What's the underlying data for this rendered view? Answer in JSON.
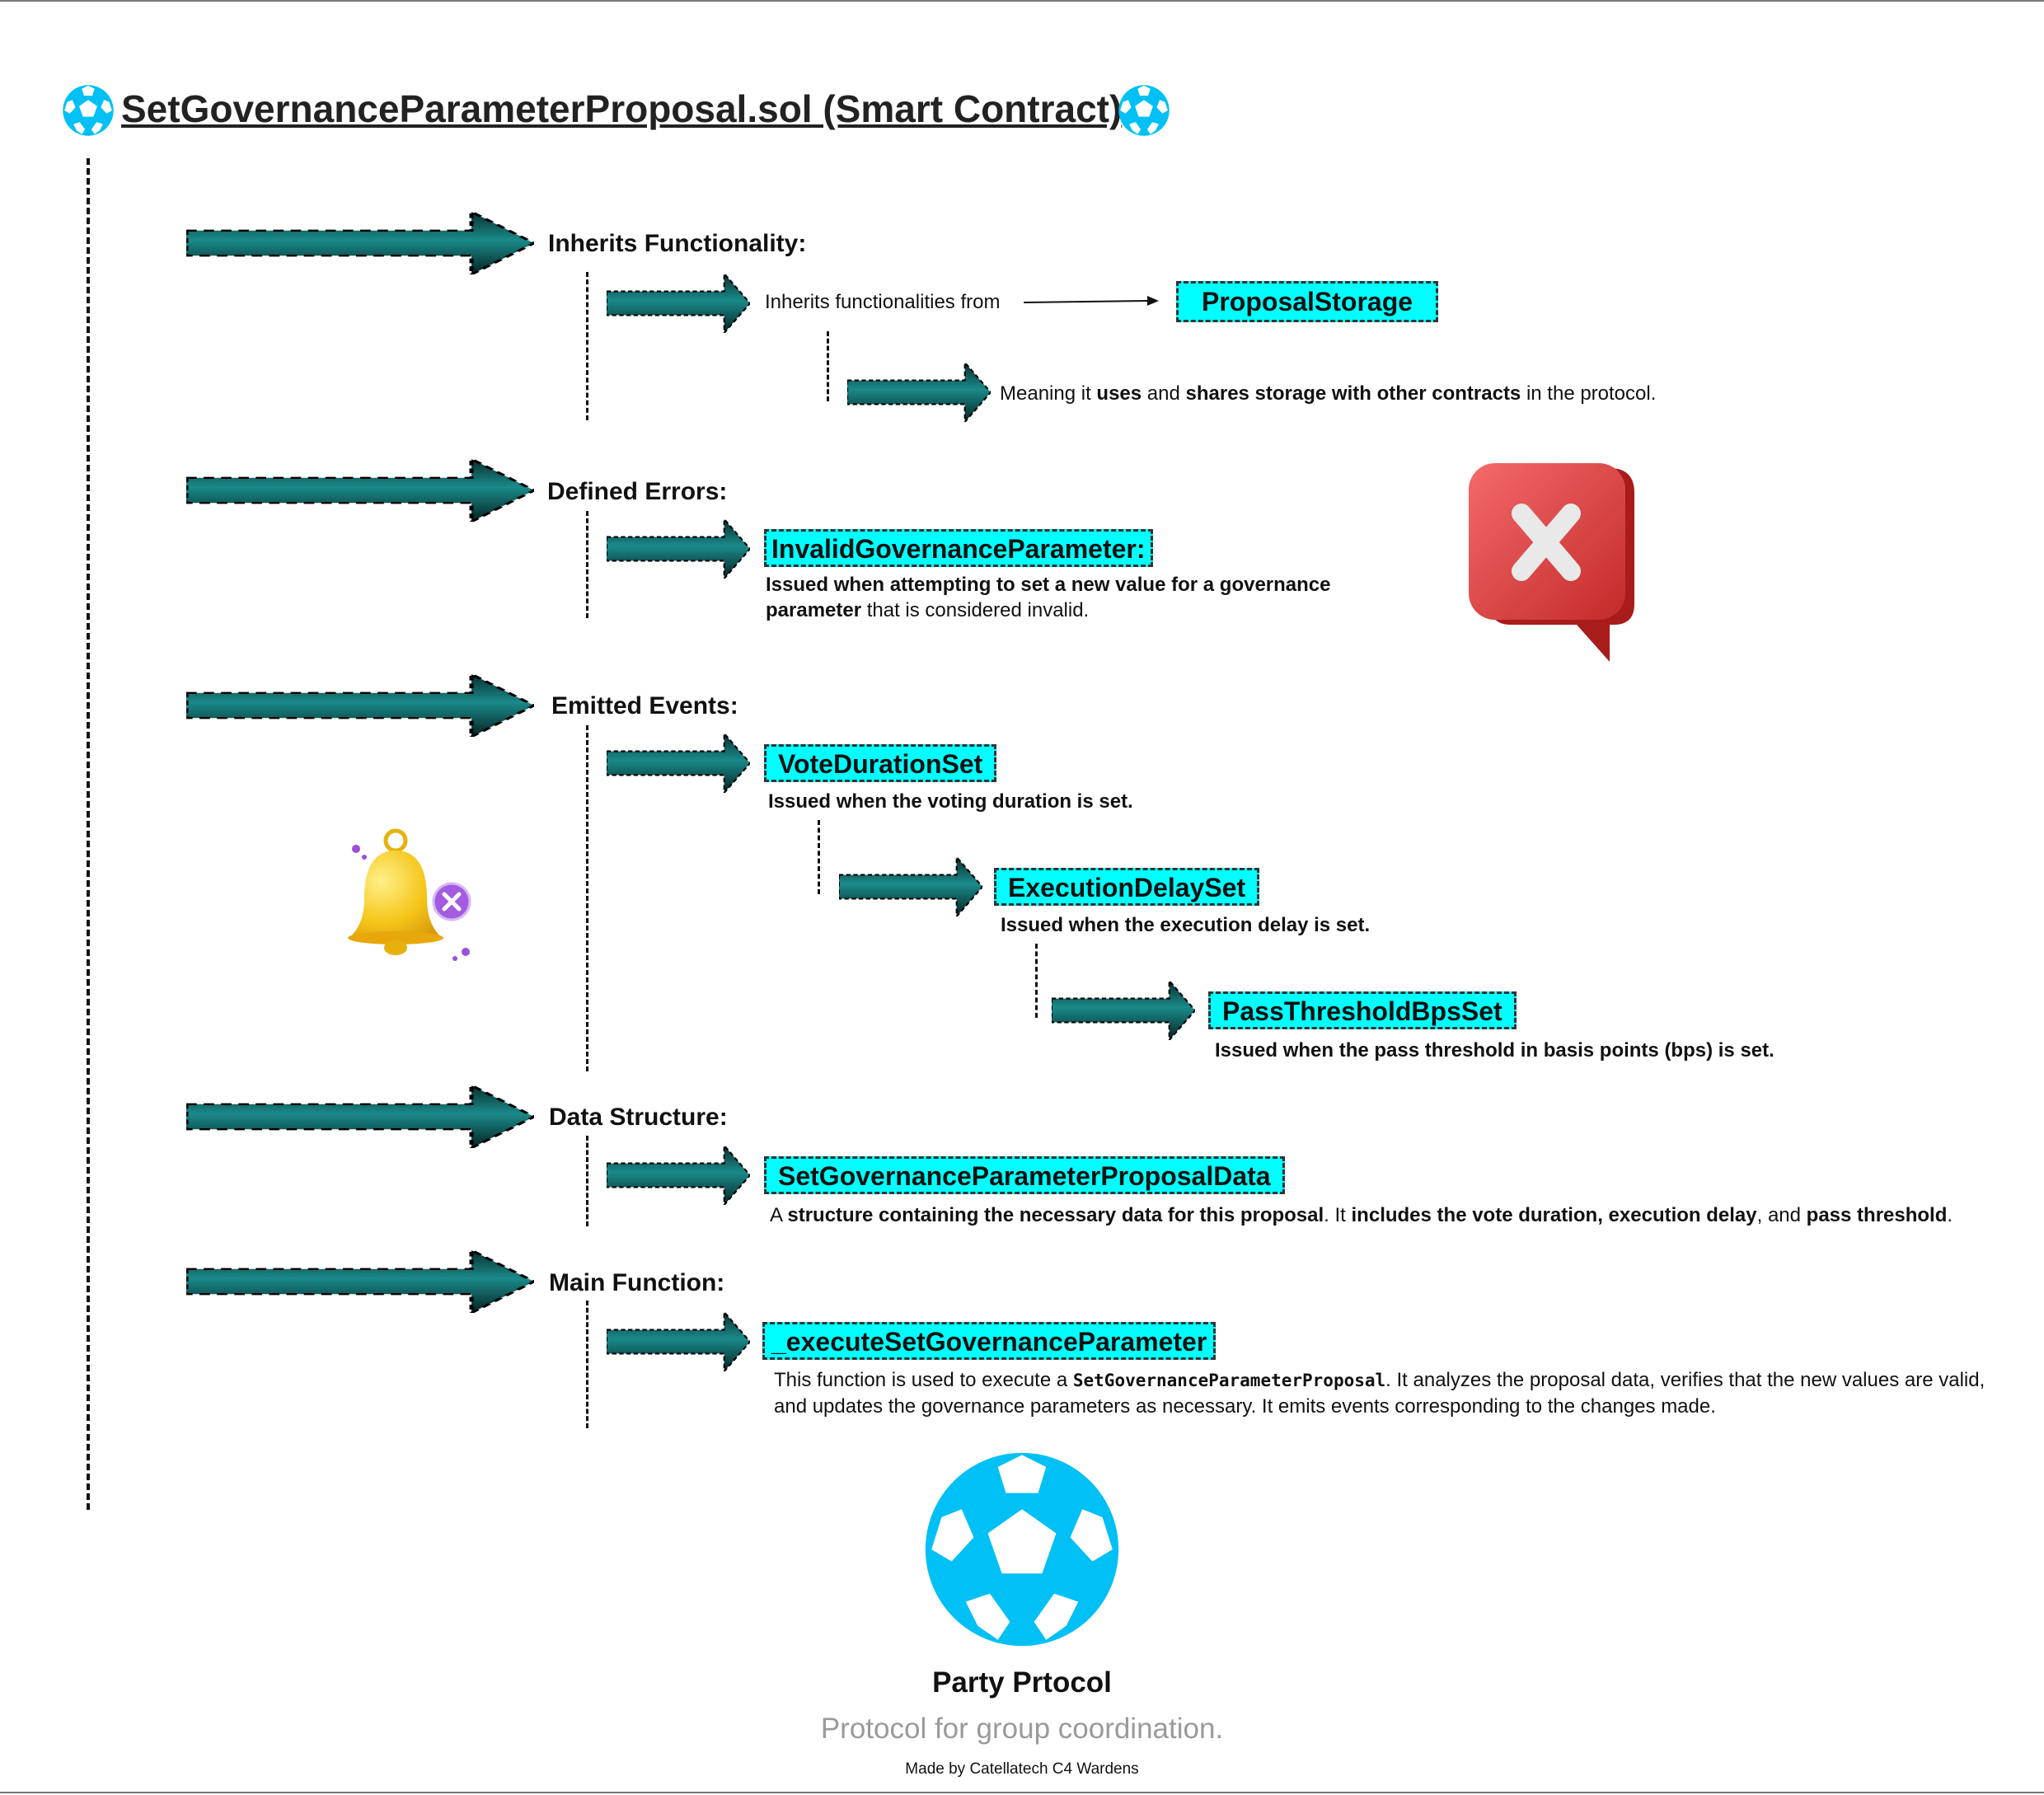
{
  "title": "SetGovernanceParameterProposal.sol (Smart Contract)",
  "colors": {
    "tag_fill": "#00ffff",
    "arrow": "#0d5e5e",
    "logo": "#00c0f5"
  },
  "icons": [
    "soccer-ball-icon",
    "error-x-bubble-icon",
    "bell-icon"
  ],
  "sections": {
    "inherits": {
      "heading": "Inherits Functionality:",
      "text": "Inherits functionalities from",
      "target": "ProposalStorage",
      "note_pre": "Meaning it ",
      "note_b1": "uses",
      "note_mid": " and ",
      "note_b2": "shares storage with other contracts",
      "note_post": " in the protocol."
    },
    "errors": {
      "heading": "Defined Errors:",
      "name": "InvalidGovernanceParameter:",
      "desc_b": "Issued when attempting to set a new value for a governance parameter",
      "desc_post": " that is considered invalid."
    },
    "events": {
      "heading": "Emitted Events:",
      "items": [
        {
          "name": "VoteDurationSet",
          "desc": "Issued when the voting duration is set."
        },
        {
          "name": "ExecutionDelaySet",
          "desc": "Issued when the execution delay is set."
        },
        {
          "name": "PassThresholdBpsSet",
          "desc": "Issued when the pass threshold in basis points (bps) is set."
        }
      ]
    },
    "data_structure": {
      "heading": "Data Structure:",
      "name": "SetGovernanceParameterProposalData",
      "d1": "A ",
      "d2": "structure containing the necessary data for this proposal",
      "d3": ". It ",
      "d4": "includes the vote duration, execution delay",
      "d5": ", and ",
      "d6": "pass threshold",
      "d7": "."
    },
    "main_function": {
      "heading": "Main Function:",
      "name": "_executeSetGovernanceParameter",
      "d1": "This function is used to execute a ",
      "code": "SetGovernanceParameterProposal",
      "d2": ". It analyzes the proposal data, verifies that the new values are valid, and updates the governance parameters as necessary. It emits events corresponding to the changes made."
    }
  },
  "footer": {
    "name": "Party Prtocol",
    "tagline": "Protocol for group coordination.",
    "credit": "Made by Catellatech C4 Wardens"
  }
}
